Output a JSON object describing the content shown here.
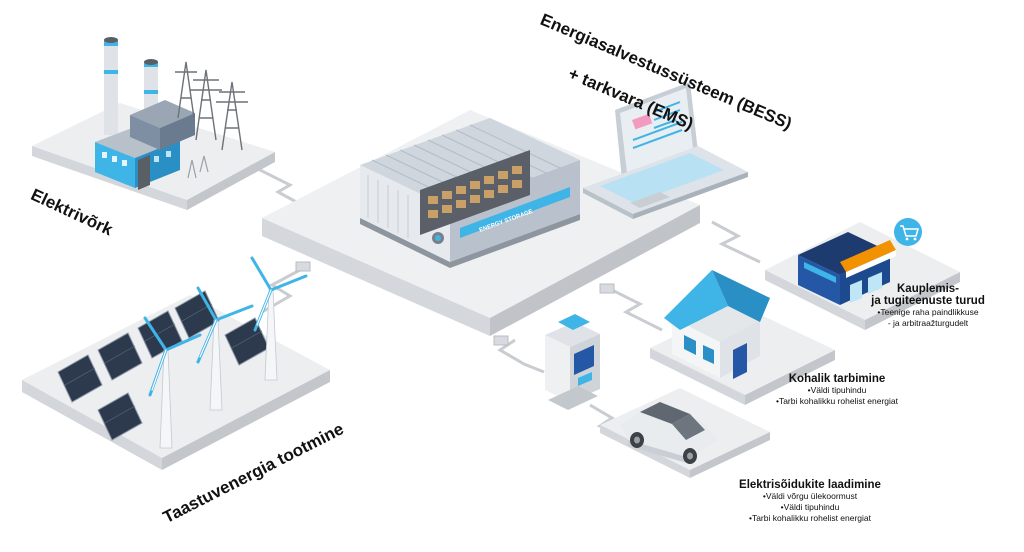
{
  "nodes": {
    "grid": {
      "title": "Elektrivõrk"
    },
    "renewables": {
      "title": "Taastuvenergia tootmine"
    },
    "bess": {
      "title_line1": "Energiasalvestussüsteem (BESS)",
      "title_line2": "+ tarkvara (EMS)",
      "container_label": "ENERGY STORAGE"
    },
    "markets": {
      "title_line1": "Kauplemis-",
      "title_line2": "ja tugiteenuste turud",
      "bullets": [
        "•Teenige raha paindlikkuse",
        "- ja arbitraažturgudelt"
      ]
    },
    "local": {
      "title": "Kohalik tarbimine",
      "bullets": [
        "•Väldi tipuhindu",
        "•Tarbi kohalikku rohelist energiat"
      ]
    },
    "ev": {
      "title": "Elektrisõidukite laadimine",
      "bullets": [
        "•Väldi võrgu ülekoormust",
        "•Väldi tipuhindu",
        "•Tarbi kohalikku rohelist energiat"
      ]
    }
  },
  "colors": {
    "accent_blue": "#3fb4e6",
    "dark_navy": "#1d3b6e",
    "platform": "#eef0f2",
    "platform_side": "#d4d7db",
    "orange": "#f39200"
  },
  "icons": [
    "factory-icon",
    "pylon-icon",
    "solar-panel-icon",
    "wind-turbine-icon",
    "battery-container-icon",
    "laptop-icon",
    "shop-icon",
    "cart-icon",
    "house-icon",
    "charger-icon",
    "car-icon"
  ]
}
